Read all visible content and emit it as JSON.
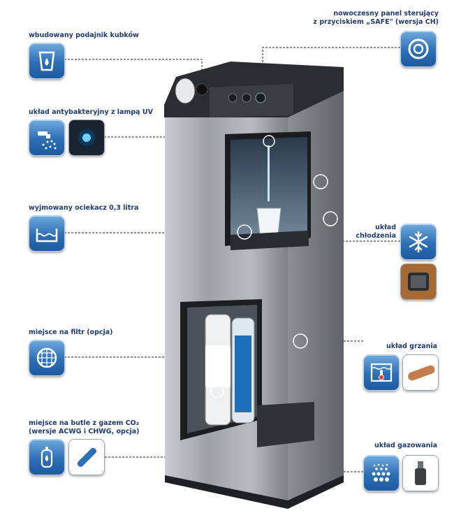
{
  "features": {
    "cup_dispenser": {
      "label": "wbudowany podajnik kubków",
      "icon": "cup-drop-icon"
    },
    "control_panel": {
      "label_line1": "nowoczesny panel sterujący",
      "label_line2": "z przyciskiem „SAFE\" (wersja CH)",
      "icon": "safe-button-icon"
    },
    "uv_system": {
      "label": "układ antybakteryjny z lampą UV",
      "icon": "uv-tap-icon"
    },
    "drip_tray": {
      "label": "wyjmowany ociekacz 0,3 litra",
      "icon": "drip-tray-icon"
    },
    "cooling": {
      "label_line1": "układ",
      "label_line2": "chłodzenia",
      "icon": "snowflake-icon"
    },
    "filter": {
      "label": "miejsce na filtr (opcja)",
      "icon": "filter-grid-icon"
    },
    "heating": {
      "label": "układ grzania",
      "icon": "thermometer-icon"
    },
    "co2_bottle": {
      "label_line1": "miejsce na butle z gazem CO₂",
      "label_line2": "(wersje ACWG i CHWG, opcja)",
      "icon": "gas-bottle-icon"
    },
    "carbonation": {
      "label": "układ gazowania",
      "icon": "bubbles-icon"
    }
  },
  "colors": {
    "icon_blue": "#2d6fb5",
    "label_navy": "#1f3b6e",
    "steel": "#a9aeb4",
    "dark_top": "#2b2d31"
  }
}
